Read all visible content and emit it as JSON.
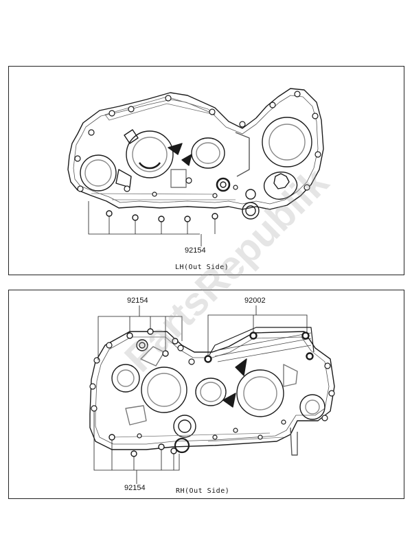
{
  "watermark": "PartsRepublik",
  "colors": {
    "line": "#1a1a1a",
    "gray": "#9a9a9a",
    "fill": "#efefef"
  },
  "panels": {
    "lh": {
      "caption": "LH(Out Side)",
      "parts": [
        "92154"
      ]
    },
    "rh": {
      "caption": "RH(Out Side)",
      "parts_top": [
        "92154",
        "92002"
      ],
      "parts_bottom": [
        "92154"
      ]
    }
  }
}
